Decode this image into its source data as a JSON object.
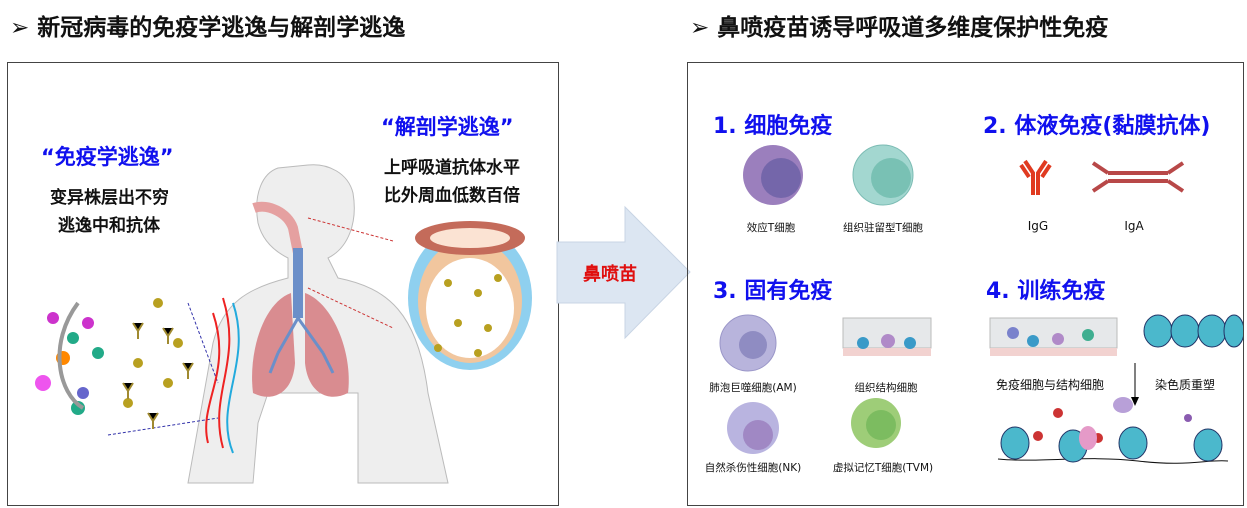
{
  "left_header": "新冠病毒的免疫学逃逸与解剖学逃逸",
  "right_header": "鼻喷疫苗诱导呼吸道多维度保护性免疫",
  "bullet": "➢",
  "left": {
    "immune_escape_title": "“免疫学逃逸”",
    "immune_escape_lines": [
      "变异株层出不穷",
      "逃逸中和抗体"
    ],
    "anatomic_escape_title": "“解剖学逃逸”",
    "anatomic_escape_lines": [
      "上呼吸道抗体水平",
      "比外周血低数百倍"
    ]
  },
  "arrow_label": "鼻喷苗",
  "right": {
    "sections": [
      {
        "title": "1. 细胞免疫",
        "items": [
          "效应T细胞",
          "组织驻留型T细胞"
        ]
      },
      {
        "title": "2. 体液免疫(黏膜抗体)",
        "items": [
          "IgG",
          "IgA"
        ]
      },
      {
        "title": "3. 固有免疫",
        "items": [
          "肺泡巨噬细胞(AM)",
          "组织结构细胞",
          "自然杀伤性细胞(NK)",
          "虚拟记忆T细胞(TVM)"
        ]
      },
      {
        "title": "4. 训练免疫",
        "items": [
          "免疫细胞与结构细胞",
          "染色质重塑"
        ]
      }
    ]
  },
  "colors": {
    "blue_title": "#1010ee",
    "arrow_label": "#e01010",
    "arrow_fill": "#dce6f2"
  }
}
